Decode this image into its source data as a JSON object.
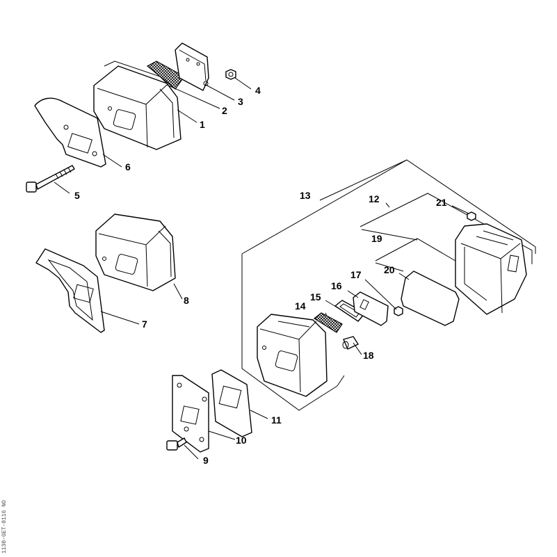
{
  "labels": {
    "l1": "1",
    "l2": "2",
    "l3": "3",
    "l4": "4",
    "l5": "5",
    "l6": "6",
    "l7": "7",
    "l8": "8",
    "l9": "9",
    "l10": "10",
    "l11": "11",
    "l12": "12",
    "l13": "13",
    "l14": "14",
    "l15": "15",
    "l16": "16",
    "l17": "17",
    "l18": "18",
    "l19": "19",
    "l20": "20",
    "l21": "21"
  },
  "doc_id": "1130-GET-0116",
  "doc_tag": "NO"
}
